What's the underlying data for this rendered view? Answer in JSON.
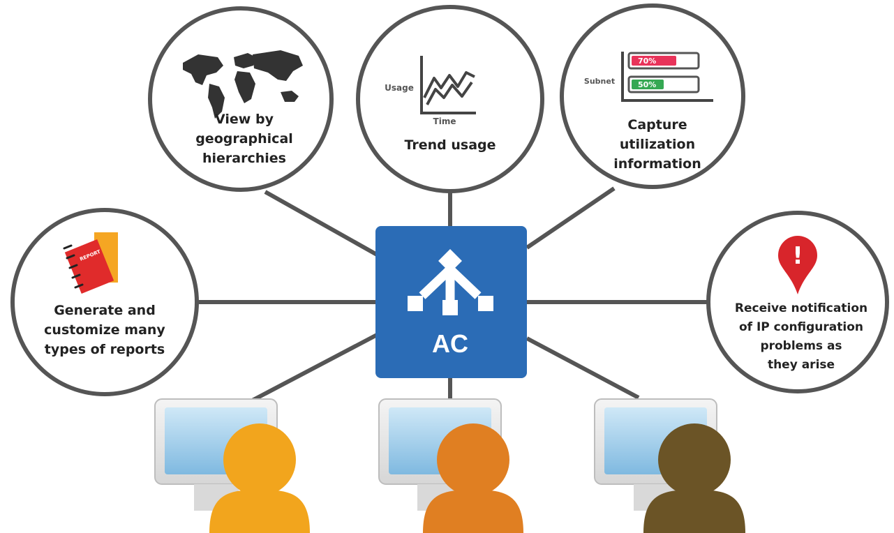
{
  "hub": {
    "label": "AC",
    "color": "#2b6cb6"
  },
  "features": {
    "geo": {
      "lines": [
        "View by",
        "geographical",
        "hierarchies"
      ],
      "icon": "world-map-icon"
    },
    "trend": {
      "lines": [
        "Trend usage"
      ],
      "icon": "line-chart-icon",
      "y_label": "Usage",
      "x_label": "Time"
    },
    "utilization": {
      "lines": [
        "Capture",
        "utilization",
        "information"
      ],
      "icon": "bar-gauge-icon",
      "subnet_label": "Subnet",
      "bars": [
        {
          "label": "70%",
          "value": 0.7,
          "color": "#e8335a"
        },
        {
          "label": "50%",
          "value": 0.5,
          "color": "#35a853"
        }
      ]
    },
    "reports": {
      "lines": [
        "Generate and",
        "customize many",
        "types of reports"
      ],
      "icon": "report-notebook-icon",
      "cover_label": "REPORT"
    },
    "notification": {
      "lines": [
        "Receive notification",
        "of IP configuration",
        "problems as",
        "they arise"
      ],
      "icon": "alert-pin-icon",
      "alert_glyph": "!"
    }
  },
  "users": {
    "colors": [
      "#f2a51d",
      "#e07f22",
      "#6b5426"
    ]
  },
  "colors": {
    "circle_stroke": "#555555",
    "connector": "#555555",
    "alert": "#d8252b"
  }
}
